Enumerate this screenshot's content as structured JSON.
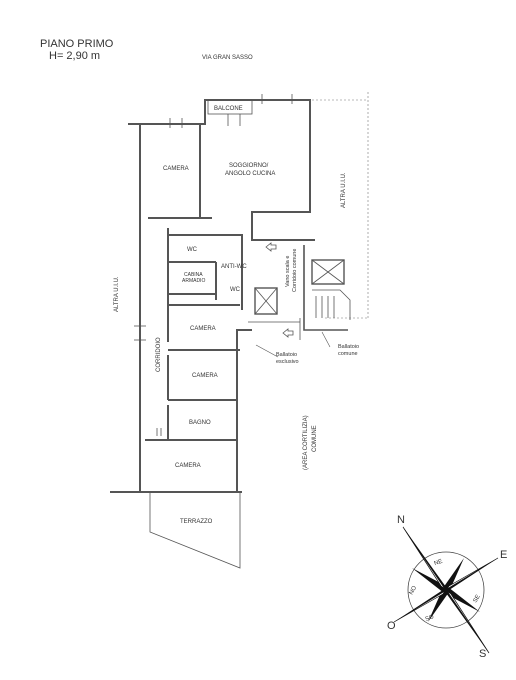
{
  "header": {
    "floor": "PIANO PRIMO",
    "height": "H= 2,90 m",
    "street": "VIA GRAN SASSO"
  },
  "rooms": {
    "balcone": "BALCONE",
    "camera_top": "CAMERA",
    "soggiorno_1": "SOGGIORNO/",
    "soggiorno_2": "ANGOLO CUCINA",
    "wc": "WC",
    "cabina_1": "CABINA",
    "cabina_2": "ARMADIO",
    "antiwc": "ANTI-WC",
    "wc2": "WC",
    "camera_2": "CAMERA",
    "corridoio": "CORRIDOIO",
    "camera_3": "CAMERA",
    "bagno": "BAGNO",
    "camera_4": "CAMERA",
    "terrazzo": "TERRAZZO"
  },
  "annotations": {
    "altra_left": "ALTRA U.I.U.",
    "altra_right": "ALTRA U.I.U.",
    "vano_1": "Vano scala e",
    "vano_2": "Corridoio comune",
    "ballatoio_comune_1": "Ballatoio",
    "ballatoio_comune_2": "comune",
    "ballatoio_escl_1": "Ballatoio",
    "ballatoio_escl_2": "esclusivo",
    "area_1": "(AREA CORTILIZIA)",
    "area_2": "COMUNE"
  },
  "compass": {
    "n": "N",
    "e": "E",
    "s": "S",
    "o": "O",
    "ne": "NE",
    "se": "SE",
    "so": "SO",
    "no": "NO"
  }
}
